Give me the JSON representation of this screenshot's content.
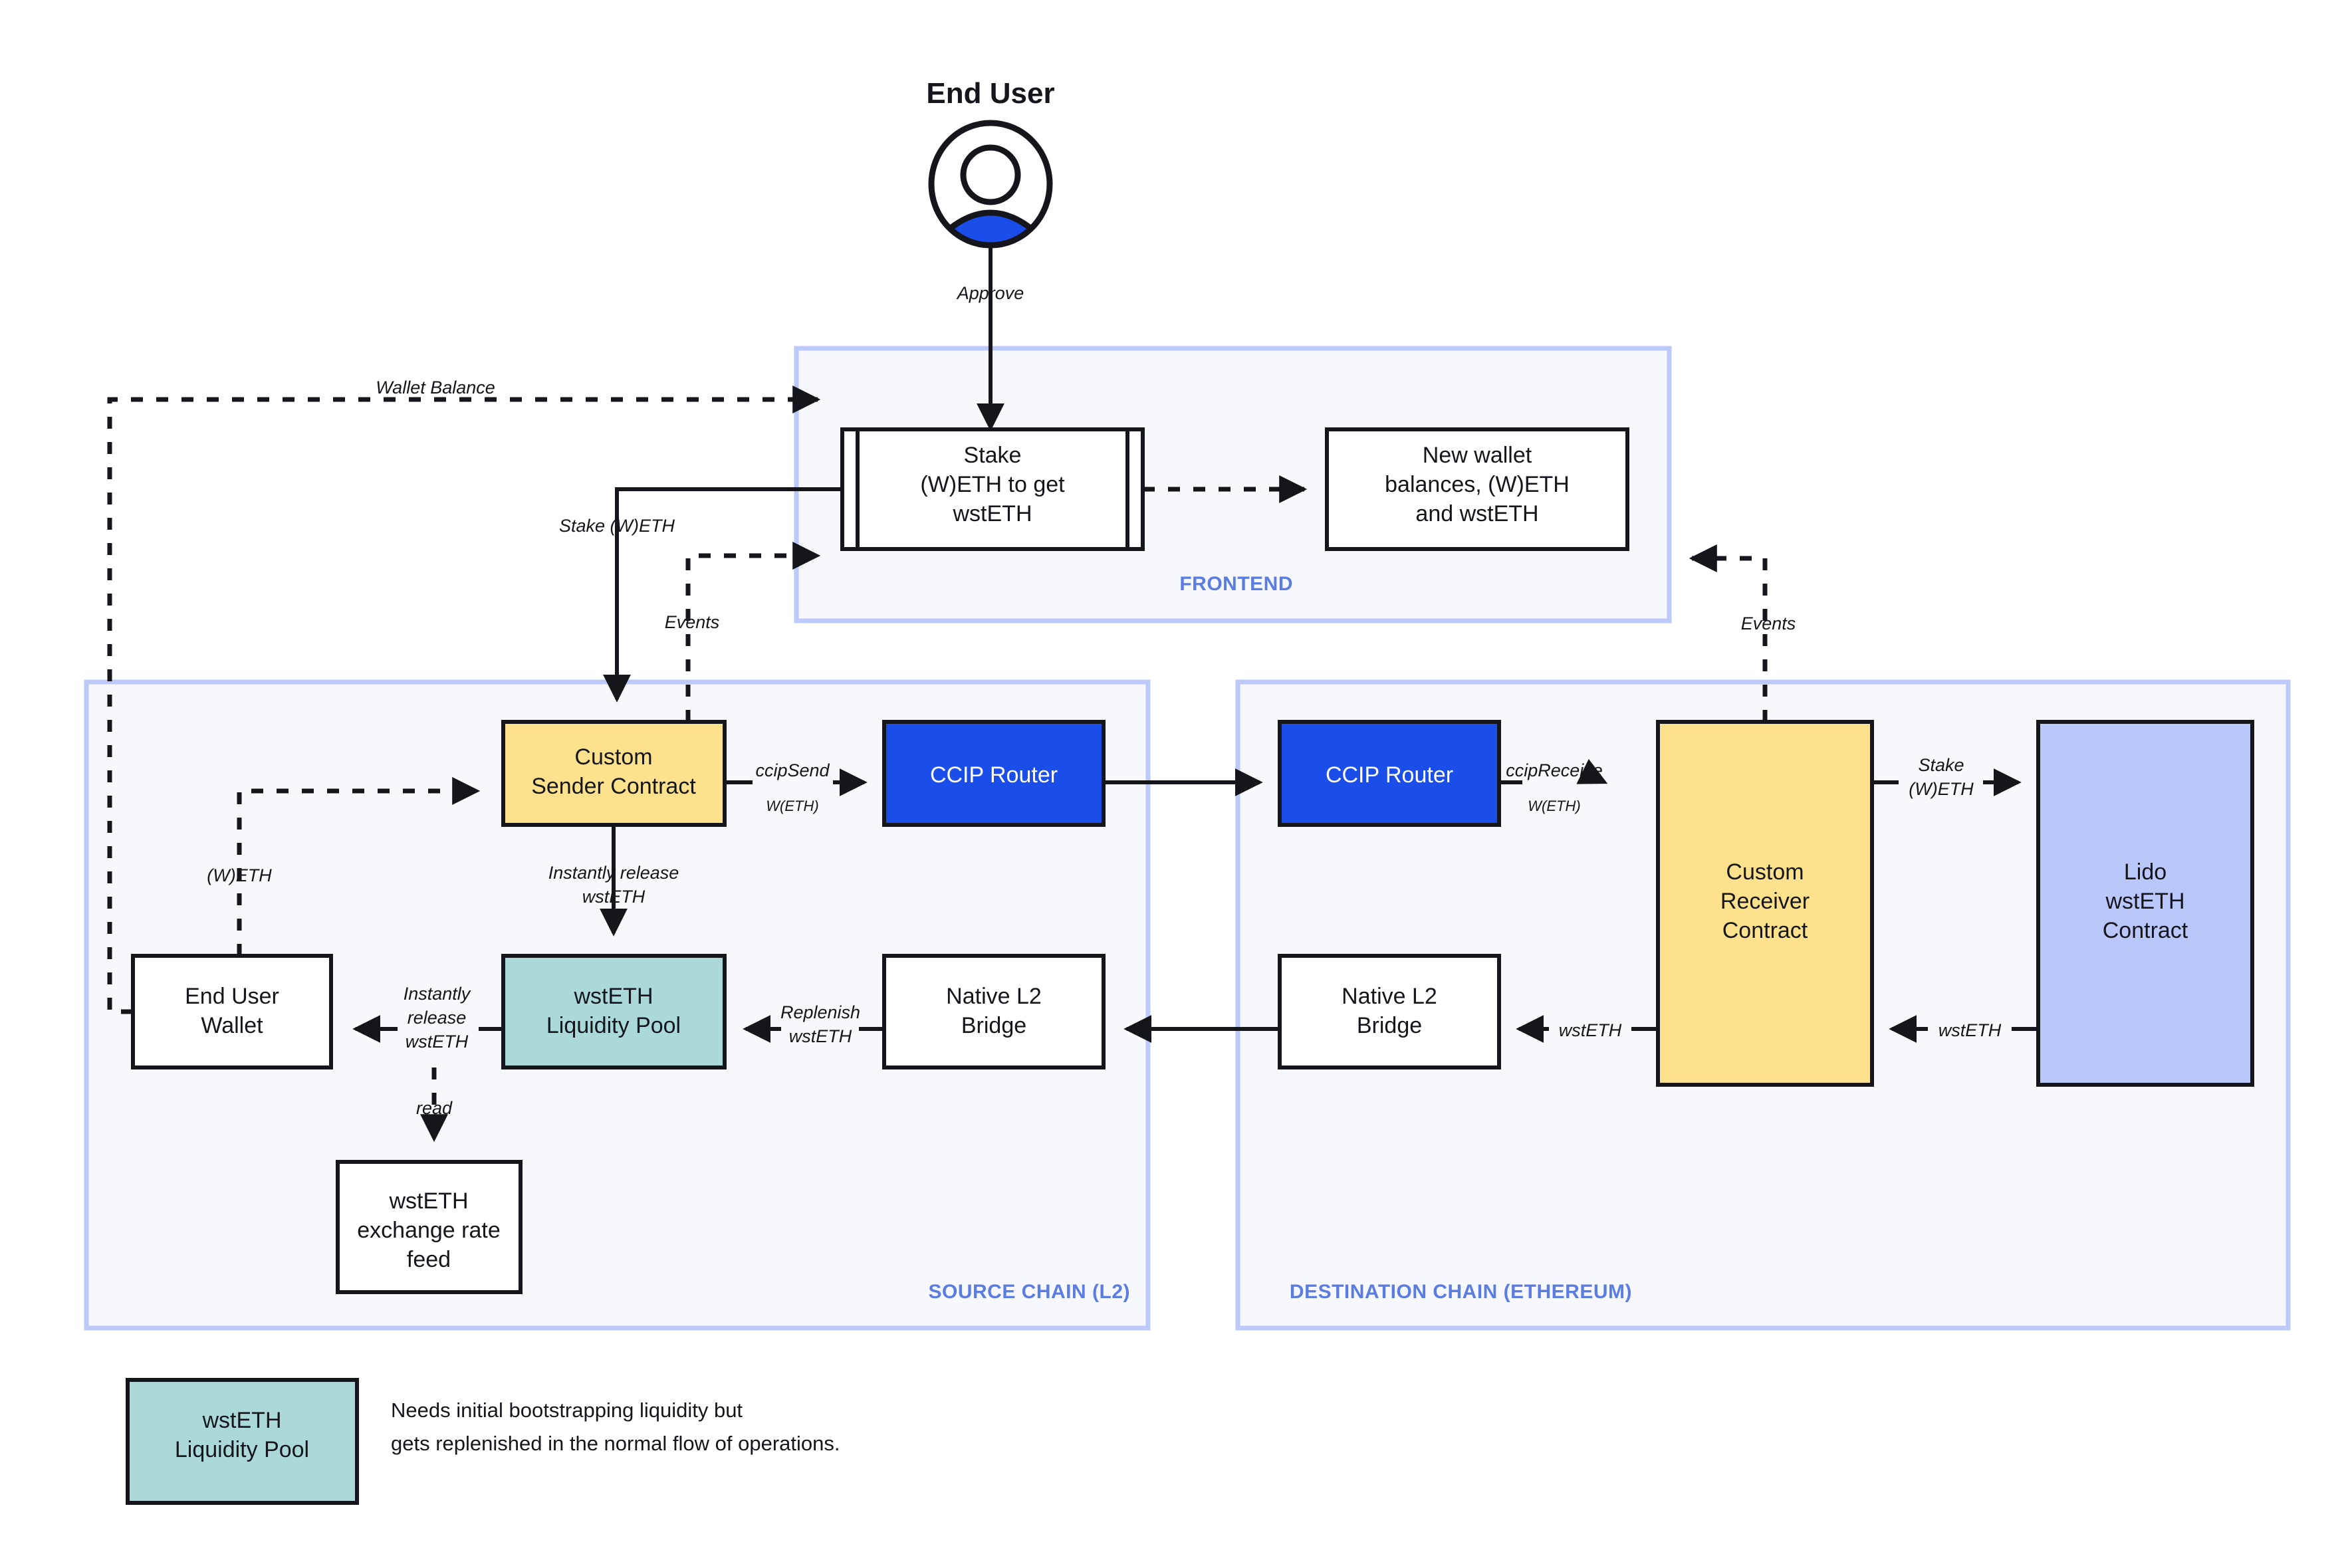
{
  "diagram": {
    "title": "End User",
    "actor": {
      "label": "End User",
      "icon": "user-avatar-icon"
    },
    "zones": [
      {
        "id": "frontend",
        "label": "FRONTEND"
      },
      {
        "id": "source",
        "label": "SOURCE CHAIN (L2)"
      },
      {
        "id": "destination",
        "label": "DESTINATION CHAIN (ETHEREUM)"
      }
    ],
    "nodes": [
      {
        "id": "stake-form",
        "label": "Stake\n(W)ETH to get\nwstETH",
        "shape": "subroutine",
        "fill": "#ffffff"
      },
      {
        "id": "new-balances",
        "label": "New wallet\nbalances, (W)ETH\nand wstETH",
        "shape": "rect",
        "fill": "#ffffff"
      },
      {
        "id": "sender-contract",
        "label": "Custom\nSender Contract",
        "shape": "rect",
        "fill": "#fde18c"
      },
      {
        "id": "ccip-router-src",
        "label": "CCIP Router",
        "shape": "rect",
        "fill": "#1b4ee8"
      },
      {
        "id": "ccip-router-dst",
        "label": "CCIP Router",
        "shape": "rect",
        "fill": "#1b4ee8"
      },
      {
        "id": "receiver-contract",
        "label": "Custom\nReceiver\nContract",
        "shape": "rect",
        "fill": "#fde18c"
      },
      {
        "id": "lido-contract",
        "label": "Lido\nwstETH\nContract",
        "shape": "rect",
        "fill": "#bac7fa"
      },
      {
        "id": "end-user-wallet",
        "label": "End User\nWallet",
        "shape": "rect",
        "fill": "#ffffff"
      },
      {
        "id": "liquidity-pool",
        "label": "wstETH\nLiquidity Pool",
        "shape": "rect",
        "fill": "#abd9d8"
      },
      {
        "id": "bridge-src",
        "label": "Native L2\nBridge",
        "shape": "rect",
        "fill": "#ffffff"
      },
      {
        "id": "bridge-dst",
        "label": "Native L2\nBridge",
        "shape": "rect",
        "fill": "#ffffff"
      },
      {
        "id": "rate-feed",
        "label": "wstETH\nexchange rate\nfeed",
        "shape": "rect",
        "fill": "#ffffff"
      }
    ],
    "edges": [
      {
        "id": "approve",
        "label": "Approve",
        "style": "solid"
      },
      {
        "id": "wallet-balance",
        "label": "Wallet Balance",
        "style": "dashed"
      },
      {
        "id": "new-balances-flow",
        "label": "",
        "style": "dashed"
      },
      {
        "id": "stake-weth",
        "label": "Stake (W)ETH",
        "style": "solid"
      },
      {
        "id": "events-src",
        "label": "Events",
        "style": "dashed"
      },
      {
        "id": "events-dst",
        "label": "Events",
        "style": "dashed"
      },
      {
        "id": "weth-in",
        "label": "(W)ETH",
        "style": "dashed"
      },
      {
        "id": "ccipsend",
        "label": "ccipSend",
        "sublabel": "W(ETH)",
        "style": "solid"
      },
      {
        "id": "ccip-hop",
        "label": "",
        "style": "solid"
      },
      {
        "id": "ccipreceive",
        "label": "ccipReceive",
        "sublabel": "W(ETH)",
        "style": "solid"
      },
      {
        "id": "stake-weth-lido",
        "label": "Stake\n(W)ETH",
        "style": "solid"
      },
      {
        "id": "wsteth-lido-out",
        "label": "wstETH",
        "style": "solid"
      },
      {
        "id": "wsteth-to-bridge",
        "label": "wstETH",
        "style": "solid"
      },
      {
        "id": "bridge-hop",
        "label": "",
        "style": "solid"
      },
      {
        "id": "replenish",
        "label": "Replenish\nwstETH",
        "style": "solid"
      },
      {
        "id": "release-pool",
        "label": "Instantly release\nwstETH",
        "style": "solid"
      },
      {
        "id": "release-wallet",
        "label": "Instantly\nrelease\nwstETH",
        "style": "solid"
      },
      {
        "id": "read-feed",
        "label": "read",
        "style": "dashed"
      }
    ],
    "legend": {
      "swatch_label": "wstETH\nLiquidity Pool",
      "swatch_color": "#abd9d8",
      "note_line1": "Needs initial bootstrapping liquidity but",
      "note_line2": "gets replenished in the normal flow of operations."
    },
    "colors": {
      "yellow": "#fde18c",
      "teal": "#abd9d8",
      "blue": "#1b4ee8",
      "periwinkle": "#bac7fa",
      "zone_fill": "#f6f8fe",
      "zone_border": "#bdc9f8",
      "zone_label": "#5b7ce0",
      "stroke": "#15161c"
    }
  }
}
